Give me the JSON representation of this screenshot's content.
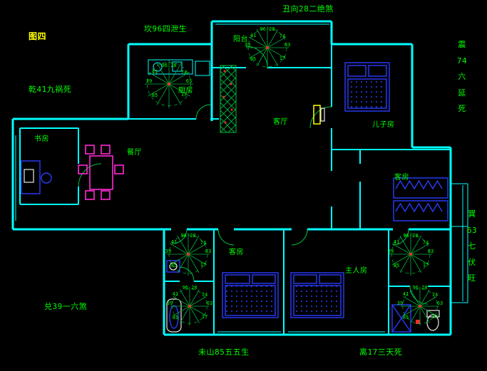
{
  "colors": {
    "background": "#000000",
    "wall": "#00ffff",
    "text": "#00ff00",
    "figure_label_color": "#ffff00",
    "furniture": "#2a3cff",
    "dining_set": "#ff2ad4",
    "plant": "#00c040",
    "fixture_white": "#e8e8e8",
    "accent_red": "#ff2a2a"
  },
  "figure_label": "图四",
  "annotations": {
    "top": "丑向28二绝煞",
    "north": "坎96四泄生",
    "northwest": "乾41九祸死",
    "east_vertical": "震\n74\n六\n延\n死",
    "southeast_vertical": "巽\n63\n七\n伏\n旺",
    "west": "兑39一六煞",
    "south": "未山85五五生",
    "south_right": "离17三天死"
  },
  "rooms": {
    "study": "书房",
    "dining": "餐厅",
    "living": "客厅",
    "balcony": "阳台",
    "kitchen": "厨房",
    "son_room": "儿子房",
    "guest_room_right": "客房",
    "guest_room_bottom": "客房",
    "master_room": "主人房"
  },
  "fans": [
    {
      "name": "balcony-fan",
      "numbers": {
        "n": "96 28",
        "nw": "41",
        "ne": "74",
        "w": "39",
        "e": "63",
        "sw": "85",
        "se": "17"
      }
    },
    {
      "name": "kitchen-fan",
      "numbers": {
        "n": "96 28",
        "nw": "41",
        "ne": "74",
        "w": "39",
        "e": "63",
        "sw": "85",
        "se": "17"
      }
    },
    {
      "name": "bath-upper-left-fan",
      "numbers": {
        "n": "96 28",
        "nw": "41",
        "ne": "74",
        "w": "39",
        "e": "63",
        "sw": "85",
        "se": "17"
      }
    },
    {
      "name": "bath-lower-left-fan",
      "numbers": {
        "n": "96 28",
        "nw": "41",
        "ne": "74",
        "w": "39",
        "e": "63",
        "sw": "85",
        "se": "17"
      }
    },
    {
      "name": "bath-upper-right-fan",
      "numbers": {
        "n": "96 28",
        "nw": "41",
        "ne": "74",
        "w": "39",
        "e": "63",
        "sw": "85",
        "se": "17"
      }
    },
    {
      "name": "bath-lower-right-fan",
      "numbers": {
        "n": "96 28",
        "nw": "41",
        "ne": "74",
        "w": "39",
        "e": "63",
        "sw": "85",
        "se": "17"
      }
    }
  ]
}
